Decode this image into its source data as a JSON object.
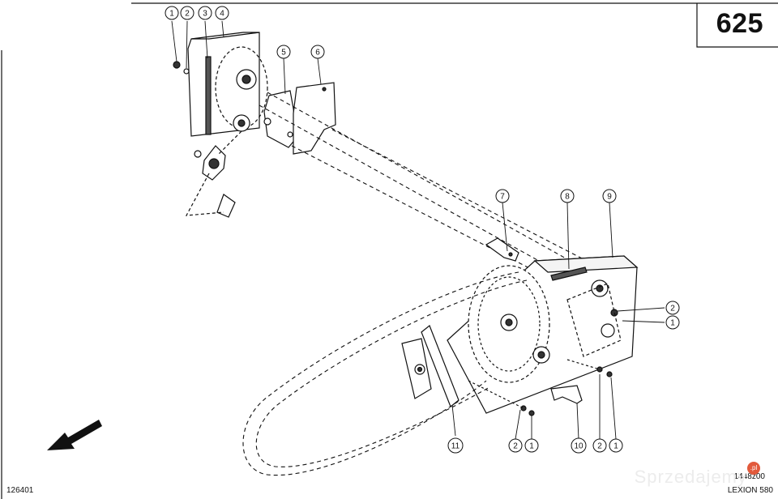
{
  "page_number": "625",
  "sheet_id": "126401",
  "model_name": "LEXION 580",
  "drawing_code": "1448z00",
  "watermark": {
    "text": "Sprzedajemy",
    "badge": ".pl"
  },
  "callouts": [
    {
      "id": "c-top-1",
      "label": "1"
    },
    {
      "id": "c-top-2",
      "label": "2"
    },
    {
      "id": "c-top-3",
      "label": "3"
    },
    {
      "id": "c-top-4",
      "label": "4"
    },
    {
      "id": "c-5",
      "label": "5"
    },
    {
      "id": "c-6",
      "label": "6"
    },
    {
      "id": "c-7",
      "label": "7"
    },
    {
      "id": "c-8",
      "label": "8"
    },
    {
      "id": "c-9",
      "label": "9"
    },
    {
      "id": "c-r-2",
      "label": "2"
    },
    {
      "id": "c-r-1",
      "label": "1"
    },
    {
      "id": "c-11",
      "label": "11"
    },
    {
      "id": "c-b-2a",
      "label": "2"
    },
    {
      "id": "c-b-1a",
      "label": "1"
    },
    {
      "id": "c-10",
      "label": "10"
    },
    {
      "id": "c-b-2b",
      "label": "2"
    },
    {
      "id": "c-b-1b",
      "label": "1"
    }
  ]
}
